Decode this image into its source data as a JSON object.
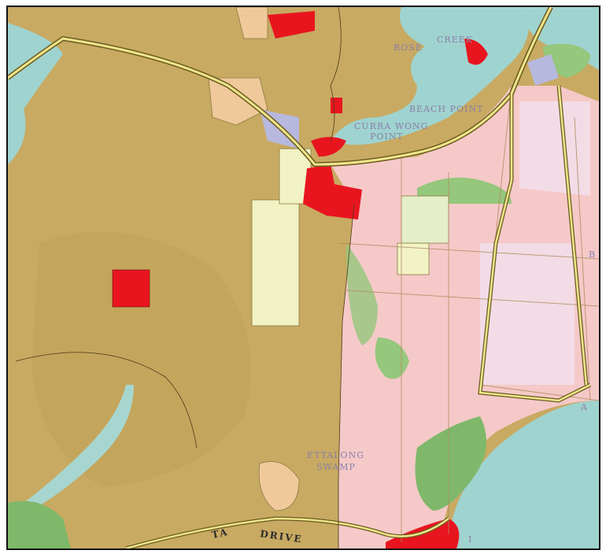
{
  "map": {
    "labels": {
      "swamp_line1": "ETTALONG",
      "swamp_line2": "SWAMP",
      "point_line1": "BEACH POINT",
      "point_line2": "CURRA WONG",
      "point_line3": "POINT",
      "north_place": "ROSE",
      "north_place2": "CREEK",
      "road_name": "DRIVE",
      "road_prefix": "TA",
      "edge_letter": "B",
      "edge_letter2": "A",
      "south_label": "I"
    },
    "colors": {
      "rural_land": "#c8aa62",
      "residential": "#f5c9c8",
      "residential_light": "#f3dce6",
      "water": "#9fd3cf",
      "open_space": "#95c77c",
      "special_use": "#e8151f",
      "tan_parcel": "#f0c99a",
      "pale_yellow": "#f2f3c4",
      "lavender": "#b7b8dd",
      "road": "#efe58a",
      "road_edge": "#6b5a20"
    }
  }
}
